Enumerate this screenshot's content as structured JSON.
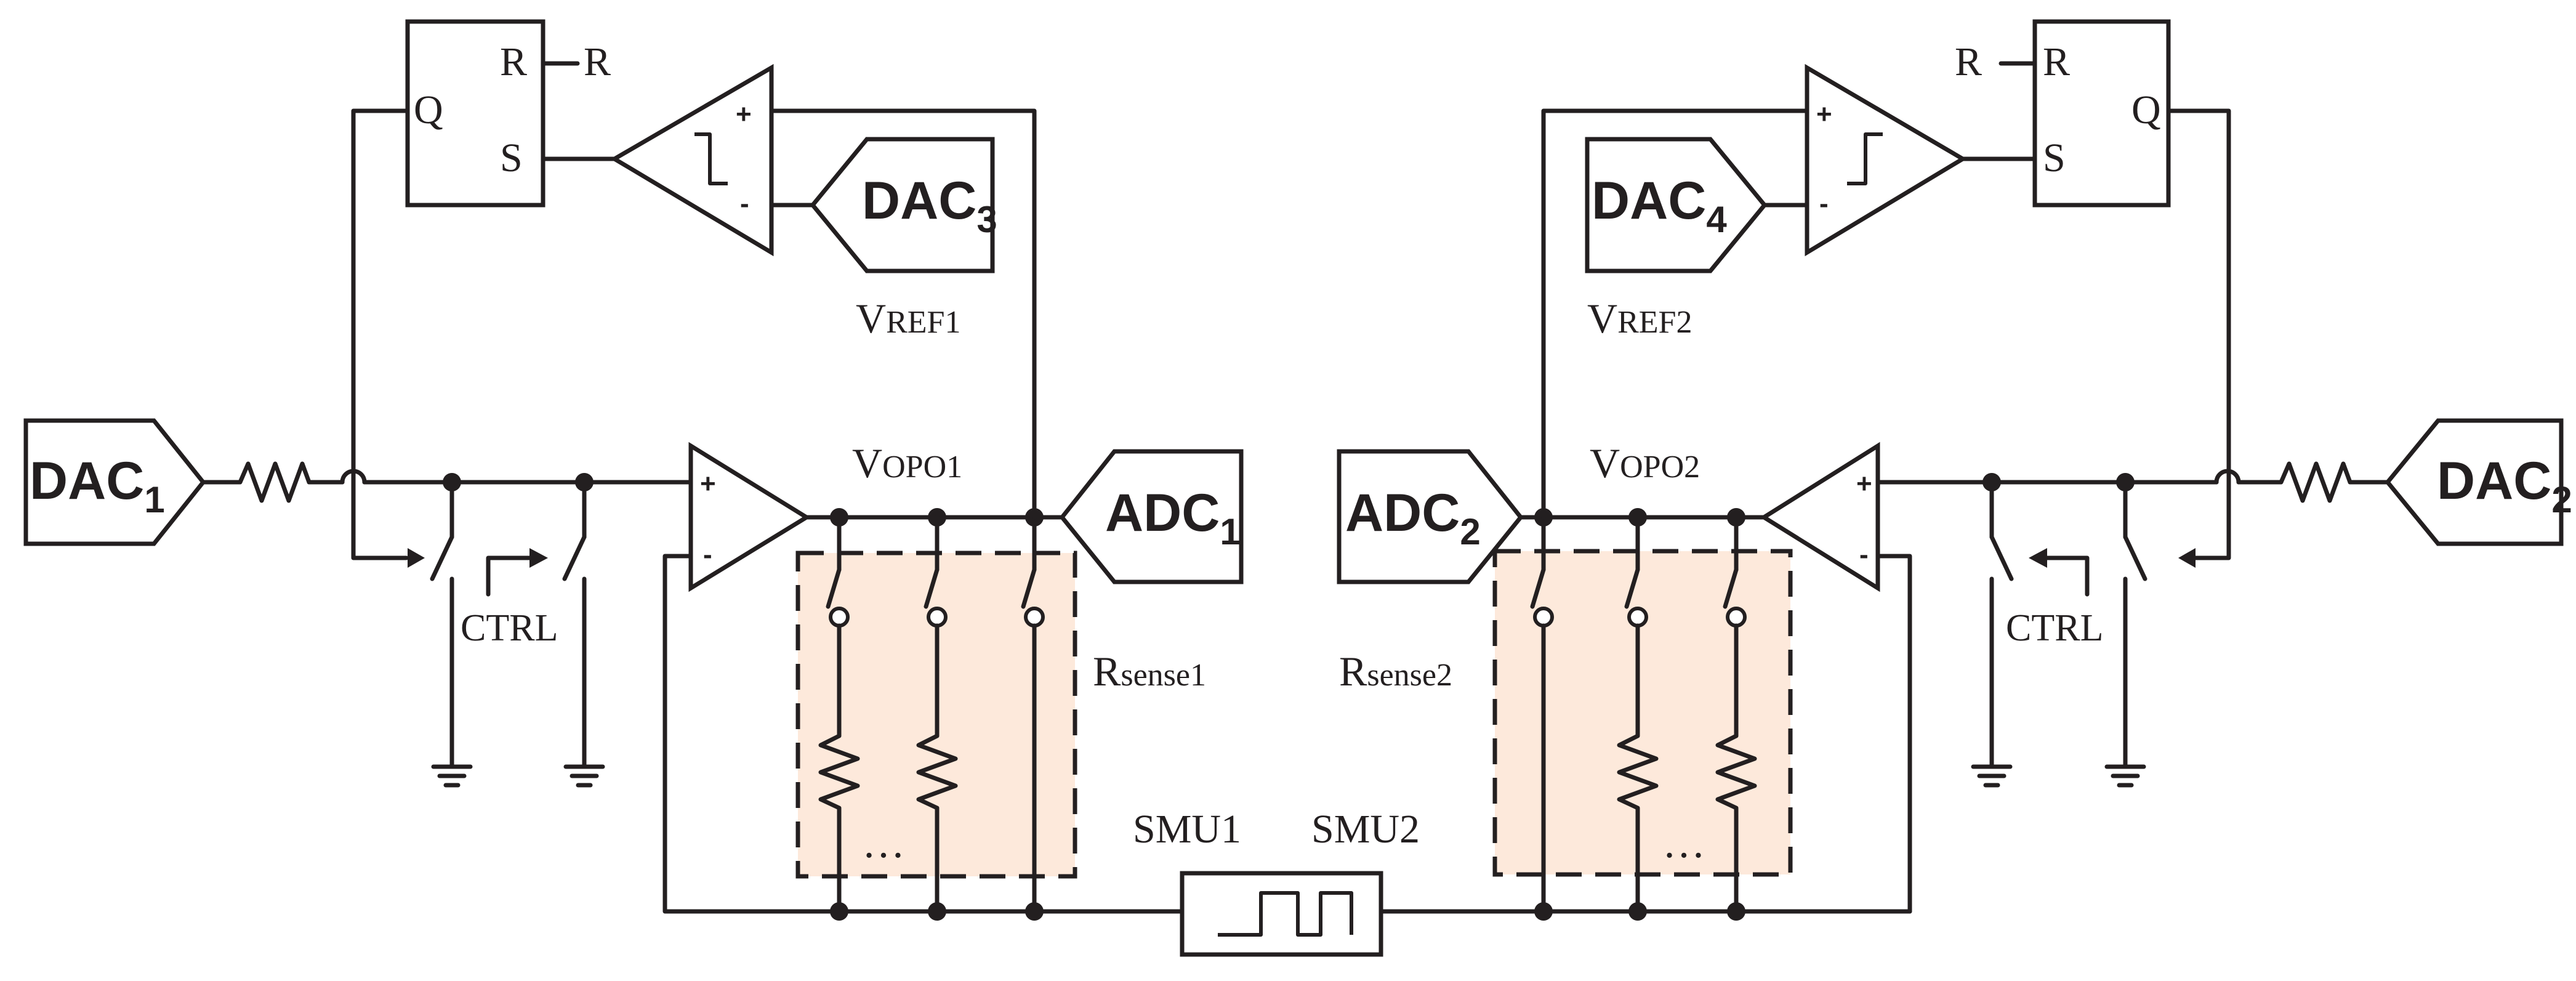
{
  "labels": {
    "dac1": "DAC",
    "dac1_sub": "1",
    "dac2": "DAC",
    "dac2_sub": "2",
    "dac3": "DAC",
    "dac3_sub": "3",
    "dac4": "DAC",
    "dac4_sub": "4",
    "adc1": "ADC",
    "adc1_sub": "1",
    "adc2": "ADC",
    "adc2_sub": "2",
    "vref1_main": "V",
    "vref1_sub": "REF1",
    "vref2_main": "V",
    "vref2_sub": "REF2",
    "vopo1_main": "V",
    "vopo1_sub": "OPO1",
    "vopo2_main": "V",
    "vopo2_sub": "OPO2",
    "rsense1_main": "R",
    "rsense1_sub": "sense1",
    "rsense2_main": "R",
    "rsense2_sub": "sense2",
    "ctrl_left": "CTRL",
    "ctrl_right": "CTRL",
    "smu1": "SMU1",
    "smu2": "SMU2",
    "ellipsis": "…",
    "sr_left": {
      "q": "Q",
      "r": "R",
      "s": "S",
      "r_input": "R"
    },
    "sr_right": {
      "q": "Q",
      "r": "R",
      "s": "S",
      "r_input": "R"
    },
    "plus": "+",
    "minus": "-"
  },
  "colors": {
    "line": "#231f20",
    "sense_fill": "#fde9db"
  }
}
